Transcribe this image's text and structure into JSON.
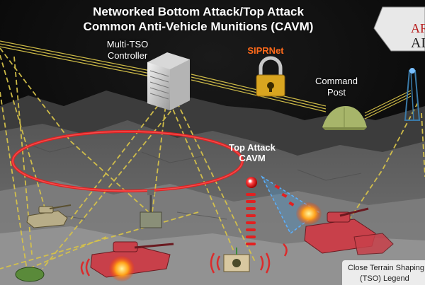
{
  "title": {
    "line1": "Networked Bottom Attack/Top Attack",
    "line2": "Common Anti-Vehicle Munitions (CAVM)"
  },
  "labels": {
    "controller_line1": "Multi-TSO",
    "controller_line2": "Controller",
    "siprnet": "SIPRNet",
    "command_post_line1": "Command",
    "command_post_line2": "Post",
    "top_attack_line1": "Top Attack",
    "top_attack_line2": "CAVM"
  },
  "logo": {
    "line1": "AR",
    "line2": "AL"
  },
  "legend": {
    "line1": "Close Terrain Shaping",
    "line2": "(TSO) Legend"
  },
  "colors": {
    "network_links": "#d6c24a",
    "sensor_loop": "#e32020",
    "siprnet_text": "#ff6a1a",
    "targeting_cone": "#4a9ad8",
    "explosion": "#ff9a1a",
    "enemy_tanks": "#c8404a"
  }
}
